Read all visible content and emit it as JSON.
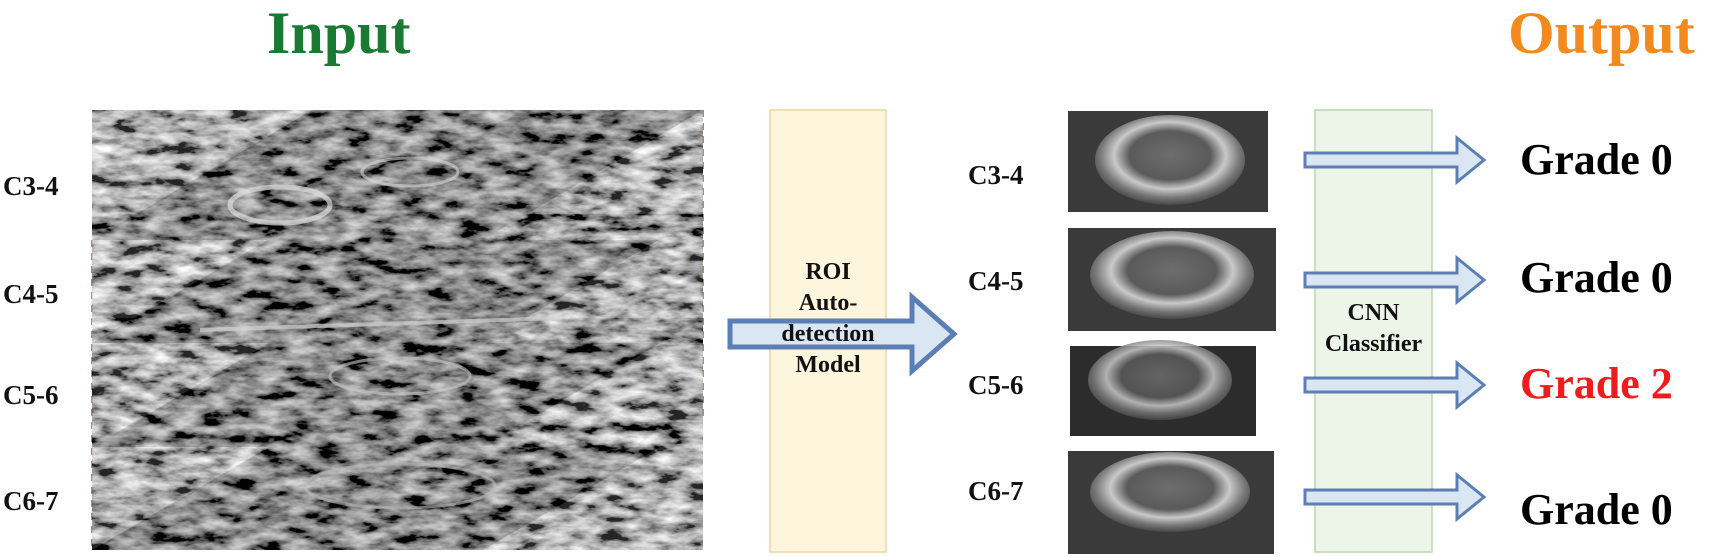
{
  "input_title": "Input",
  "output_title": "Output",
  "colors": {
    "input_title": "#1a7a33",
    "output_title": "#f28a1e",
    "roi_box_fill": "#fdf5dc",
    "roi_box_border": "#e9d7a4",
    "cnn_box_fill": "#e7f2e2",
    "cnn_box_border": "#b8d6ad",
    "arrow_fill": "#dbe6f3",
    "arrow_stroke": "#5b7fb5",
    "grade_normal": "#000000",
    "grade_highlight": "#ee1c1c",
    "dashed_line": "#f07a24"
  },
  "input_levels": [
    "C3-4",
    "C4-5",
    "C5-6",
    "C6-7"
  ],
  "roi_model": {
    "lines": [
      "ROI",
      "Auto-",
      "detection",
      "Model"
    ]
  },
  "roi_levels": [
    "C3-4",
    "C4-5",
    "C5-6",
    "C6-7"
  ],
  "cnn_classifier": {
    "lines": [
      "CNN",
      "Classifier"
    ]
  },
  "grades": [
    {
      "level": "C3-4",
      "text": "Grade 0",
      "highlight": false
    },
    {
      "level": "C4-5",
      "text": "Grade 0",
      "highlight": false
    },
    {
      "level": "C5-6",
      "text": "Grade 2",
      "highlight": true
    },
    {
      "level": "C6-7",
      "text": "Grade 0",
      "highlight": false
    }
  ],
  "icons": [
    "mri-slice-image",
    "roi-crop-image",
    "block-arrow-icon"
  ]
}
